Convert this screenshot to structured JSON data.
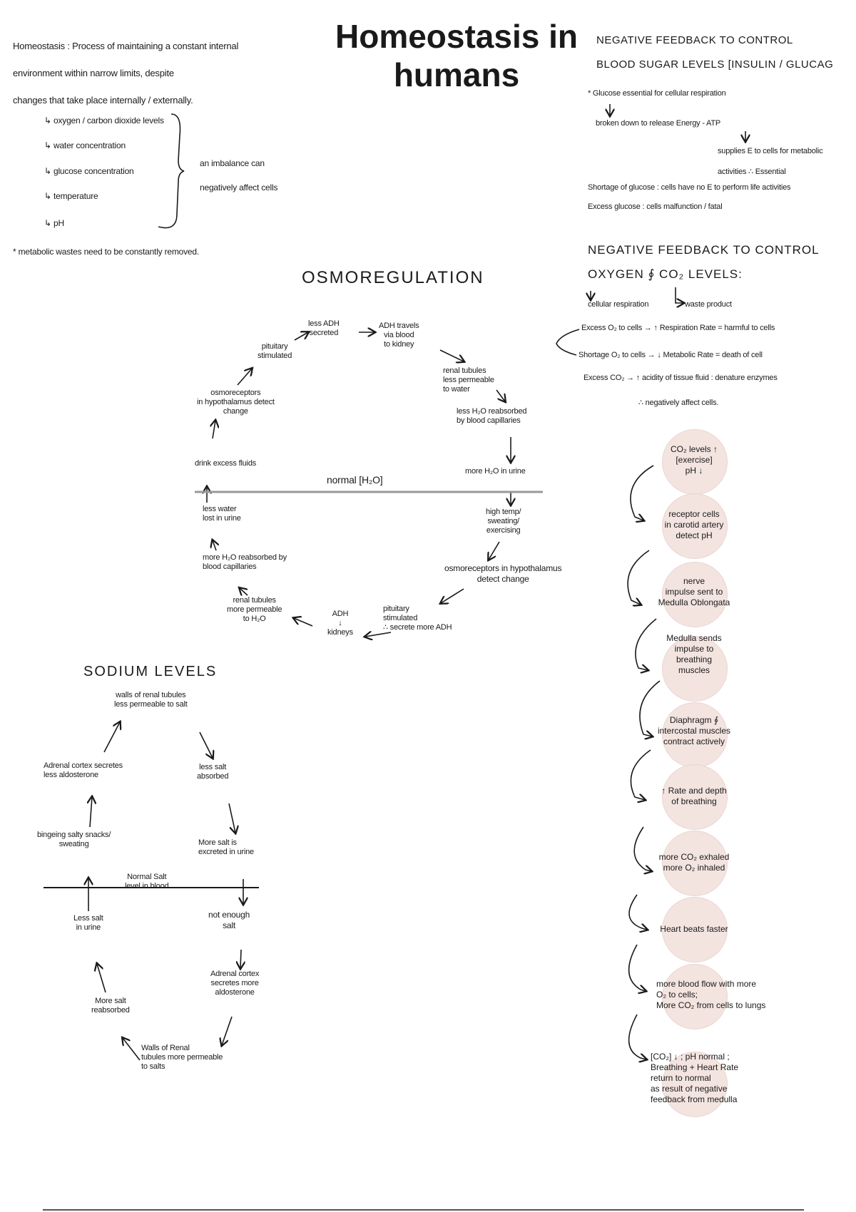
{
  "title": "Homeostasis in\nhumans",
  "definition": {
    "text": "Homeostasis : Process of maintaining a constant internal\nenvironment within narrow limits, despite\nchanges that take place internally / externally.",
    "factors": [
      "oxygen / carbon dioxide levels",
      "water concentration",
      "glucose concentration",
      "temperature",
      "pH"
    ],
    "imbalance_note": "an imbalance can\nnegatively affect cells",
    "waste_note": "* metabolic wastes need to be constantly removed."
  },
  "blood_sugar": {
    "heading": "NEGATIVE FEEDBACK TO CONTROL\nBLOOD SUGAR LEVELS [INSULIN / GLUCAG",
    "line1": "* Glucose essential for cellular respiration",
    "line2": "broken down to release Energy - ATP",
    "line3": "supplies E to cells for metabolic\nactivities ∴ Essential",
    "shortage": "Shortage of glucose : cells have no E to perform life activities",
    "excess": "Excess glucose : cells malfunction / fatal"
  },
  "oxygen_co2": {
    "heading": "NEGATIVE FEEDBACK TO CONTROL\nOXYGEN ∮ CO₂ LEVELS:",
    "oxygen_note": "cellular respiration",
    "co2_note": "waste product",
    "effects": [
      "Excess O₂ to cells → ↑ Respiration Rate = harmful to cells",
      "Shortage O₂ to cells → ↓ Metabolic Rate = death of cell",
      "Excess CO₂ → ↑ acidity of tissue fluid : denature enzymes"
    ],
    "conclusion": "∴ negatively affect cells."
  },
  "osmoregulation": {
    "heading": "OSMOREGULATION",
    "normal_label": "normal [H₂O]",
    "nodes": [
      "less ADH\nsecreted",
      "ADH travels\nvia blood\nto kidney",
      "renal tubules\nless permeable\nto water",
      "less H₂O reabsorbed\nby blood capillaries",
      "more H₂O in urine",
      "high temp/\nsweating/\nexercising",
      "osmoreceptors in hypothalamus\ndetect change",
      "pituitary\nstimulated\n∴ secrete more ADH",
      "ADH\n↓\nkidneys",
      "renal tubules\nmore permeable\nto H₂O",
      "more H₂O reabsorbed by\nblood capillaries",
      "less water\nlost in urine",
      "drink excess fluids",
      "osmoreceptors\nin hypothalamus detect\nchange",
      "pituitary\nstimulated"
    ]
  },
  "sodium": {
    "heading": "SODIUM LEVELS",
    "normal_label": "Normal Salt\nlevel in blood",
    "nodes": [
      "walls of renal tubules\nless permeable to salt",
      "less salt\nabsorbed",
      "More salt is\nexcreted in urine",
      "not enough\nsalt",
      "Adrenal cortex\nsecretes more\naldosterone",
      "Walls of Renal\ntubules more permeable\nto salts",
      "More salt\nreabsorbed",
      "Less salt\nin urine",
      "bingeing salty snacks/\nsweating",
      "Adrenal cortex secretes\nless aldosterone"
    ]
  },
  "co2_chain": [
    "CO₂ levels ↑\n[exercise]\npH ↓",
    "receptor cells\nin carotid artery\ndetect pH",
    "nerve\nimpulse sent to\nMedulla Oblongata",
    "Medulla sends\nimpulse to\nbreathing\nmuscles",
    "Diaphragm ∮\nintercostal muscles\ncontract actively",
    "↑ Rate and depth\nof breathing",
    "more CO₂ exhaled\nmore O₂ inhaled",
    "Heart beats faster",
    "more blood flow with more\nO₂ to cells;\nMore CO₂ from cells to lungs",
    "[CO₂] ↓ ; pH normal ;\nBreathing + Heart Rate\nreturn to normal\nas result of negative\nfeedback from medulla"
  ],
  "colors": {
    "circle_fill": "#f3e4e0",
    "ink": "#1a1a1a",
    "line": "#999999"
  }
}
